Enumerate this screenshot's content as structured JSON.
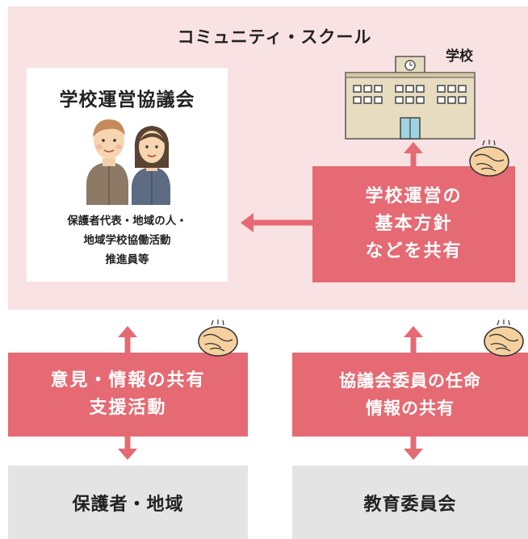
{
  "community": {
    "title": "コミュニティ・スクール"
  },
  "council": {
    "title": "学校運営協議会",
    "members": [
      "保護者代表・地域の人・",
      "地域学校協働活動",
      "推進員等"
    ]
  },
  "school": {
    "label": "学校"
  },
  "policy": {
    "lines": [
      "学校運営の",
      "基本方針",
      "などを共有"
    ]
  },
  "parents_activity": {
    "lines": [
      "意見・情報の共有",
      "支援活動"
    ]
  },
  "board_activity": {
    "lines": [
      "協議会委員の任命",
      "情報の共有"
    ]
  },
  "parents_community": {
    "label": "保護者・地域"
  },
  "education_board": {
    "label": "教育委員会"
  },
  "colors": {
    "panel": "#f9e2e3",
    "accent": "#e56a73",
    "gray": "#e4e4e4",
    "arrow": "#e56a73"
  }
}
